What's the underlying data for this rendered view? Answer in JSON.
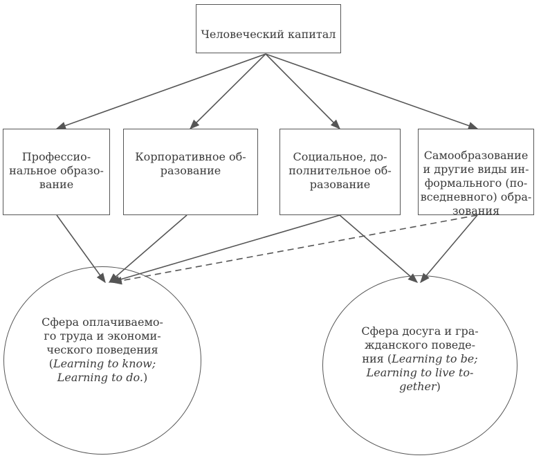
{
  "diagram": {
    "top": {
      "label": "Человеческий капитал"
    },
    "boxes": [
      {
        "label": "Профессио-\nнальное образо-\nвание"
      },
      {
        "label": "Корпоративное об-\nразование"
      },
      {
        "label": "Социальное, до-\nполнительное об-\nразование"
      },
      {
        "label": "Самообразование\nи другие виды ин-\nформального (по-\nвседневного) обра-\nзования"
      }
    ],
    "spheres": [
      {
        "line1": "Сфера оплачиваемо-",
        "line2": "го труда и экономи-",
        "line3": "ческого поведения",
        "line4_open": "(",
        "line4_italic": "Learning to know;",
        "line5_italic": "Learning to do.",
        "line5_close": ")"
      },
      {
        "line1": "Сфера досуга и гра-",
        "line2": "жданского поведе-",
        "line3_prefix": "ния (",
        "line3_italic": "Learning to be;",
        "line4_italic": "Learning to live to-",
        "line5_italic": "gether",
        "line5_close": ")"
      }
    ]
  }
}
